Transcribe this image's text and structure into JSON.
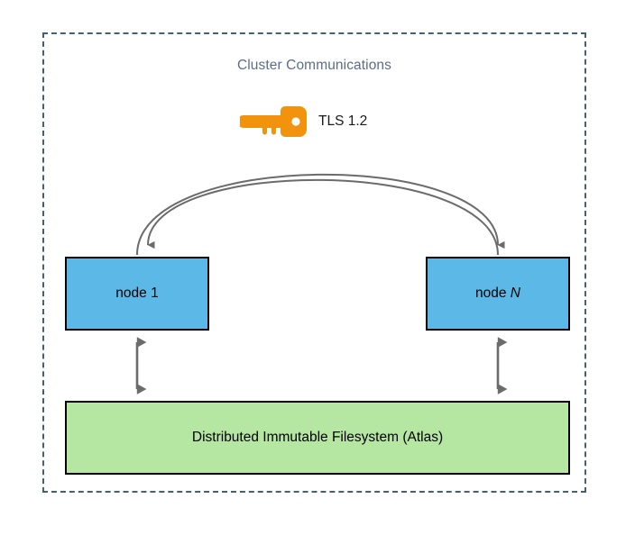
{
  "diagram": {
    "title": "Cluster Communications",
    "boundary_style": "dashed",
    "colors": {
      "boundary": "#47606f",
      "title_text": "#5a6e87",
      "node_fill": "#5cb8e6",
      "node_border": "#000000",
      "filesystem_fill": "#b5e6a2",
      "filesystem_border": "#000000",
      "key_icon": "#f2930d",
      "arrow": "#666666",
      "label_text": "#000000"
    }
  },
  "security": {
    "icon": "key-icon",
    "protocol_label": "TLS 1.2"
  },
  "nodes": [
    {
      "id": "node-1",
      "label_prefix": "node ",
      "label_suffix": "1",
      "suffix_italic": false
    },
    {
      "id": "node-n",
      "label_prefix": "node ",
      "label_suffix": "N",
      "suffix_italic": true
    }
  ],
  "storage": {
    "label": "Distributed Immutable Filesystem (Atlas)"
  },
  "connections": [
    {
      "id": "node1-to-nodeN",
      "from": "node 1",
      "to": "node N",
      "style": "curved-arc",
      "direction": "bidirectional",
      "secured_by": "TLS 1.2"
    },
    {
      "id": "node1-to-storage",
      "from": "node 1",
      "to": "Distributed Immutable Filesystem (Atlas)",
      "style": "straight",
      "direction": "bidirectional"
    },
    {
      "id": "nodeN-to-storage",
      "from": "node N",
      "to": "Distributed Immutable Filesystem (Atlas)",
      "style": "straight",
      "direction": "bidirectional"
    }
  ]
}
